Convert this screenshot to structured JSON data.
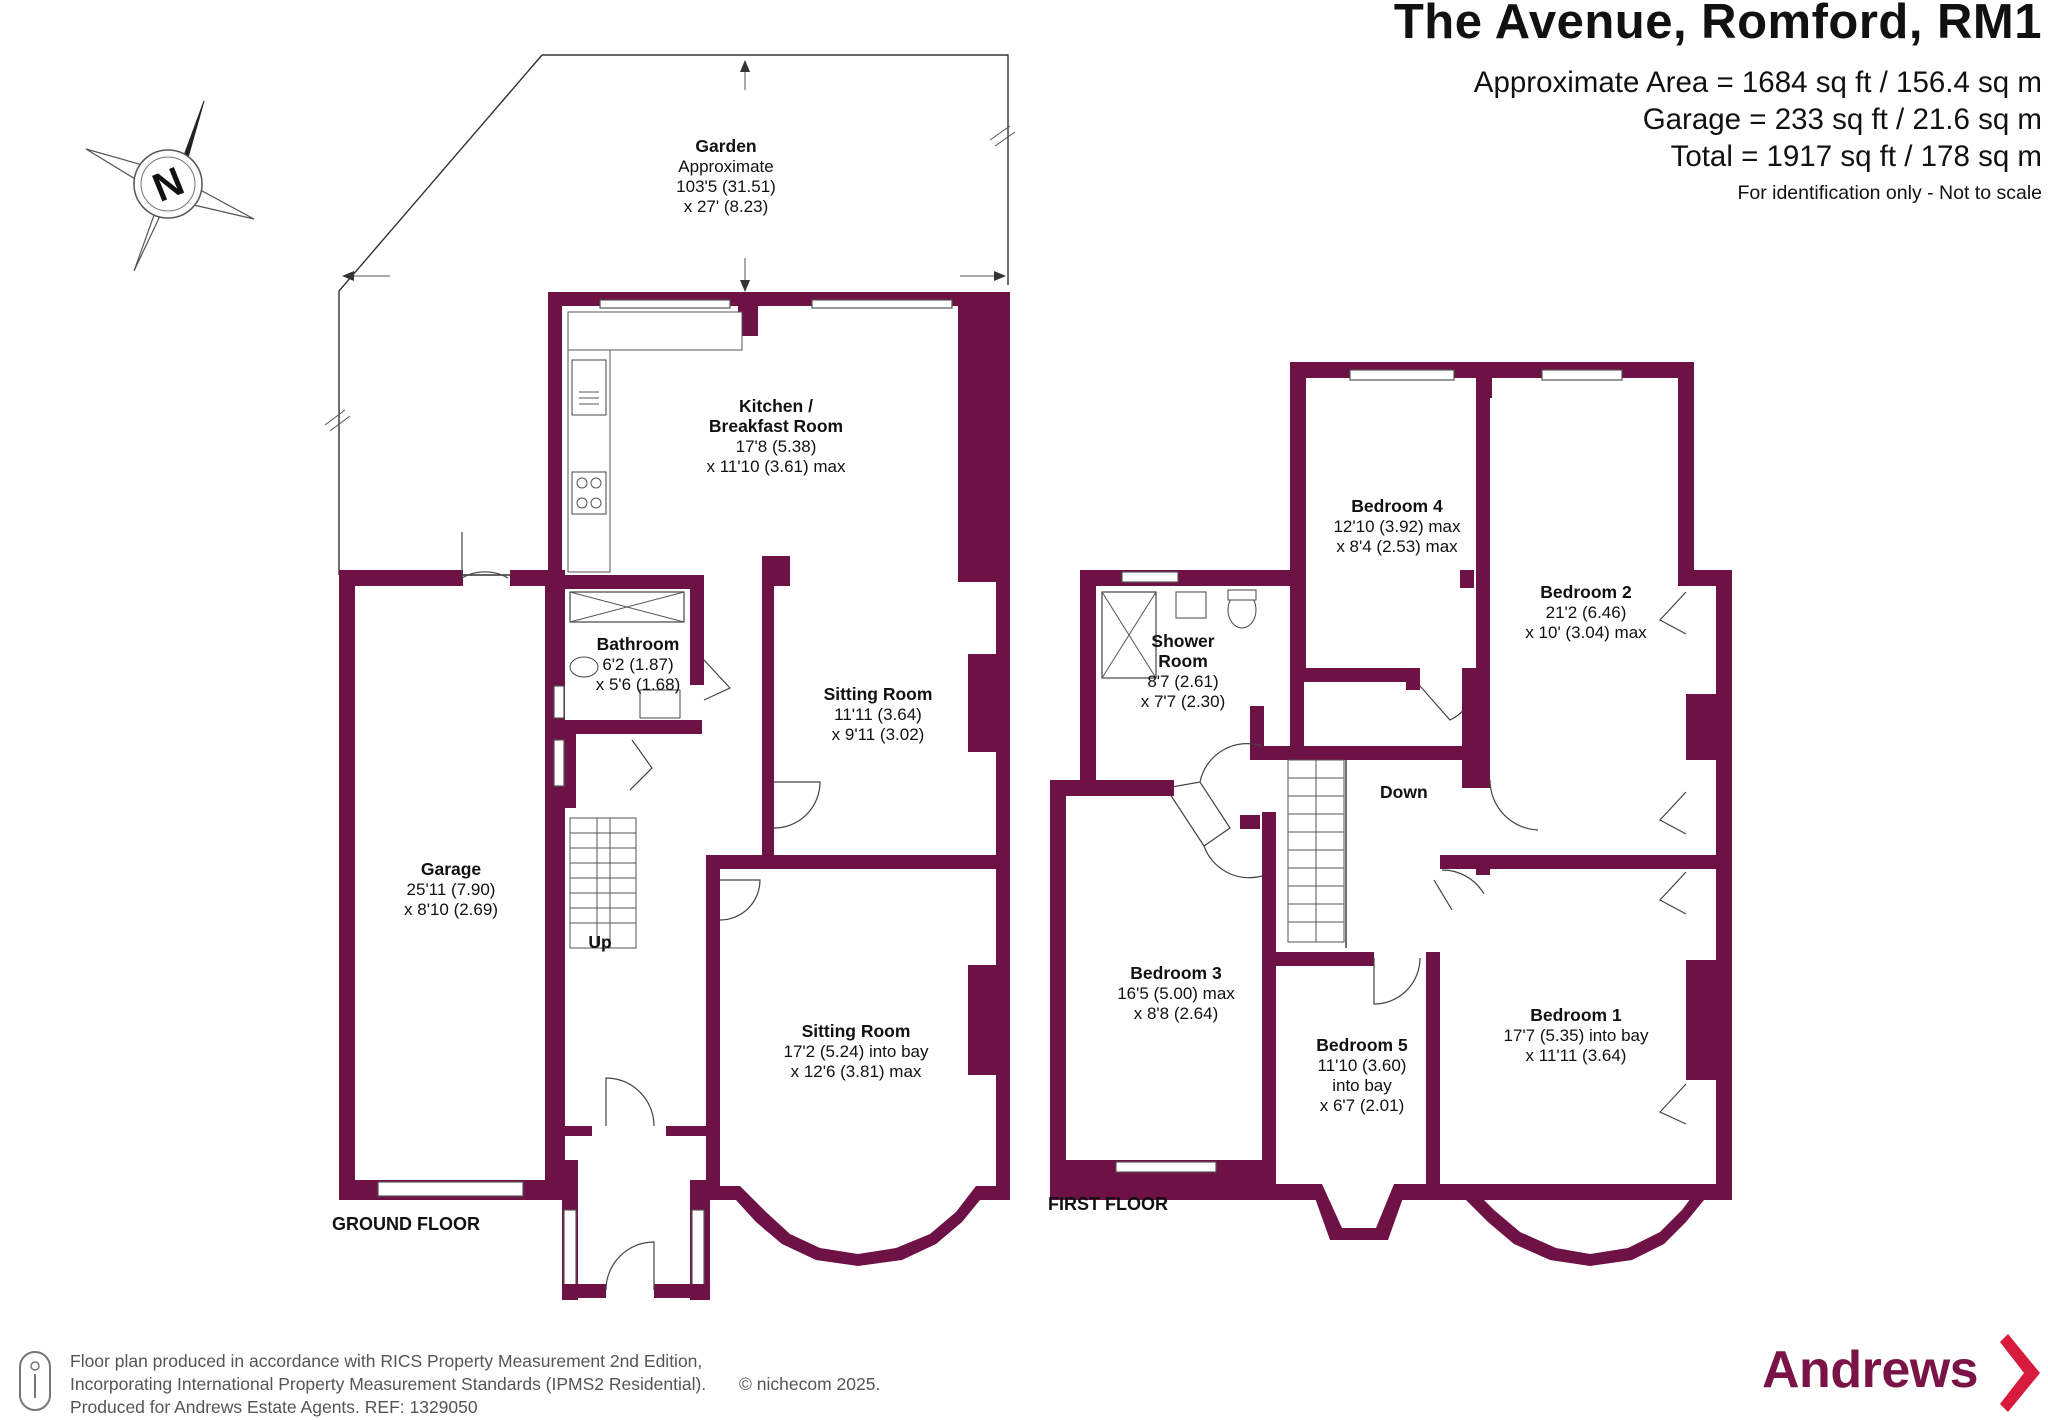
{
  "header": {
    "title": "The Avenue, Romford, RM1",
    "area_lines": [
      "Approximate Area = 1684 sq ft / 156.4 sq m",
      "Garage = 233 sq ft / 21.6 sq m",
      "Total = 1917 sq ft / 178 sq m"
    ],
    "disclaimer": "For identification only - Not to scale"
  },
  "compass": {
    "label": "N",
    "icon": "compass-rose-icon"
  },
  "ground_floor": {
    "label": "GROUND FLOOR",
    "stairs_label": "Up",
    "rooms": {
      "garden": {
        "name": "Garden",
        "lines": [
          "Approximate",
          "103'5 (31.51)",
          "x 27' (8.23)"
        ]
      },
      "kitchen": {
        "name": "Kitchen /",
        "name2": "Breakfast Room",
        "lines": [
          "17'8 (5.38)",
          "x 11'10 (3.61) max"
        ]
      },
      "bathroom": {
        "name": "Bathroom",
        "lines": [
          "6'2 (1.87)",
          "x 5'6 (1.68)"
        ]
      },
      "sitting_rear": {
        "name": "Sitting Room",
        "lines": [
          "11'11 (3.64)",
          "x 9'11 (3.02)"
        ]
      },
      "garage": {
        "name": "Garage",
        "lines": [
          "25'11 (7.90)",
          "x 8'10 (2.69)"
        ]
      },
      "sitting_front": {
        "name": "Sitting Room",
        "lines": [
          "17'2 (5.24) into bay",
          "x 12'6 (3.81) max"
        ]
      }
    }
  },
  "first_floor": {
    "label": "FIRST FLOOR",
    "stairs_label": "Down",
    "rooms": {
      "bedroom4": {
        "name": "Bedroom 4",
        "lines": [
          "12'10 (3.92) max",
          "x 8'4 (2.53) max"
        ]
      },
      "bedroom2": {
        "name": "Bedroom 2",
        "lines": [
          "21'2 (6.46)",
          "x 10' (3.04) max"
        ]
      },
      "shower": {
        "name": "Shower",
        "name2": "Room",
        "lines": [
          "8'7 (2.61)",
          "x 7'7 (2.30)"
        ]
      },
      "bedroom3": {
        "name": "Bedroom 3",
        "lines": [
          "16'5 (5.00) max",
          "x 8'8 (2.64)"
        ]
      },
      "bedroom5": {
        "name": "Bedroom 5",
        "lines": [
          "11'10 (3.60)",
          "into bay",
          "x 6'7 (2.01)"
        ]
      },
      "bedroom1": {
        "name": "Bedroom 1",
        "lines": [
          "17'7 (5.35) into bay",
          "x 11'11 (3.64)"
        ]
      }
    }
  },
  "footer": {
    "lines": [
      "Floor plan produced in accordance with RICS Property Measurement 2nd Edition,",
      "Incorporating International Property Measurement Standards (IPMS2 Residential).",
      "Produced for Andrews Estate Agents.   REF: 1329050"
    ],
    "copyright": "© nichecom 2025.",
    "brand": "Andrews"
  },
  "colors": {
    "wall": "#6e1145",
    "brand": "#7a1446",
    "accent": "#d81b3c"
  }
}
